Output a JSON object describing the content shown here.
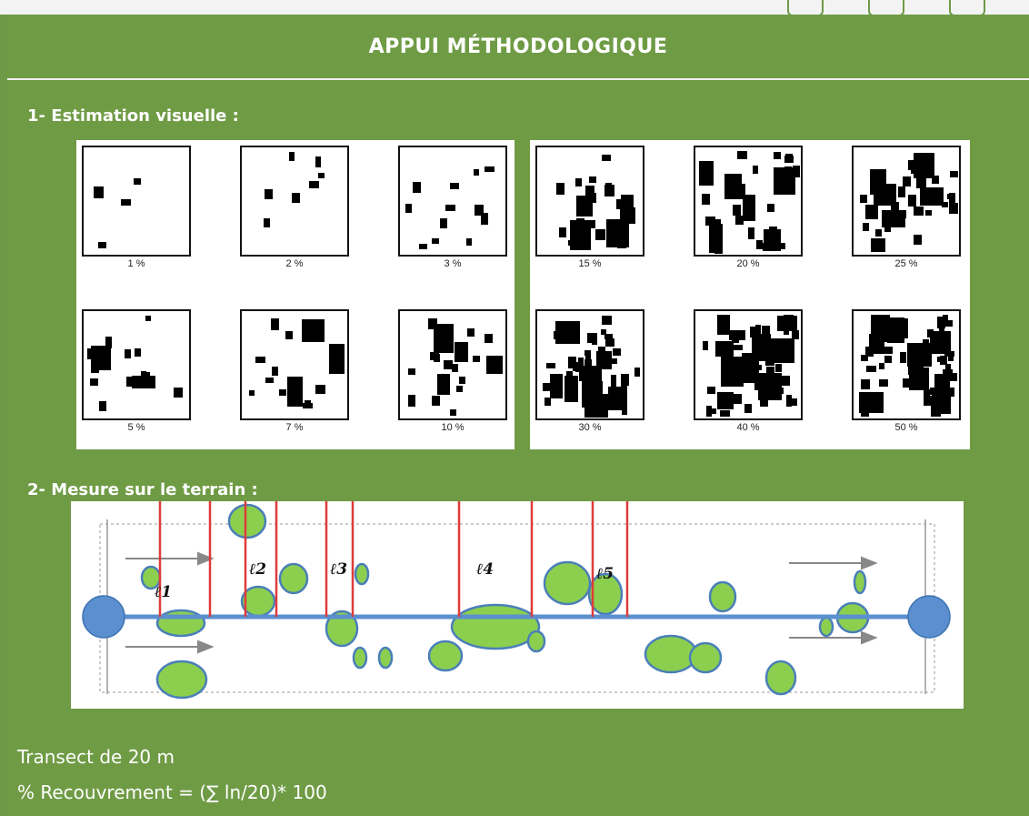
{
  "header": {
    "title": "APPUI MÉTHODOLOGIQUE"
  },
  "section1": {
    "number": "1-",
    "label": "Estimation visuelle :"
  },
  "section2": {
    "number": "2-",
    "label": "Mesure sur le terrain :"
  },
  "estimation": {
    "left_group": [
      {
        "label": "1 %"
      },
      {
        "label": "2 %"
      },
      {
        "label": "3 %"
      },
      {
        "label": "5 %"
      },
      {
        "label": "7 %"
      },
      {
        "label": "10 %"
      }
    ],
    "right_group": [
      {
        "label": "15 %"
      },
      {
        "label": "20 %"
      },
      {
        "label": "25 %"
      },
      {
        "label": "30 %"
      },
      {
        "label": "40 %"
      },
      {
        "label": "50 %"
      }
    ]
  },
  "transect": {
    "segments": [
      "ℓ1",
      "ℓ2",
      "ℓ3",
      "ℓ4",
      "ℓ5"
    ],
    "line_color": "#5b8fcf",
    "marker_color": "#e03a3a",
    "shrub_color": "#8ccf4f"
  },
  "footer": {
    "line1": "Transect de 20 m",
    "line2": "% Recouvrement = (∑ ln/20)* 100"
  }
}
